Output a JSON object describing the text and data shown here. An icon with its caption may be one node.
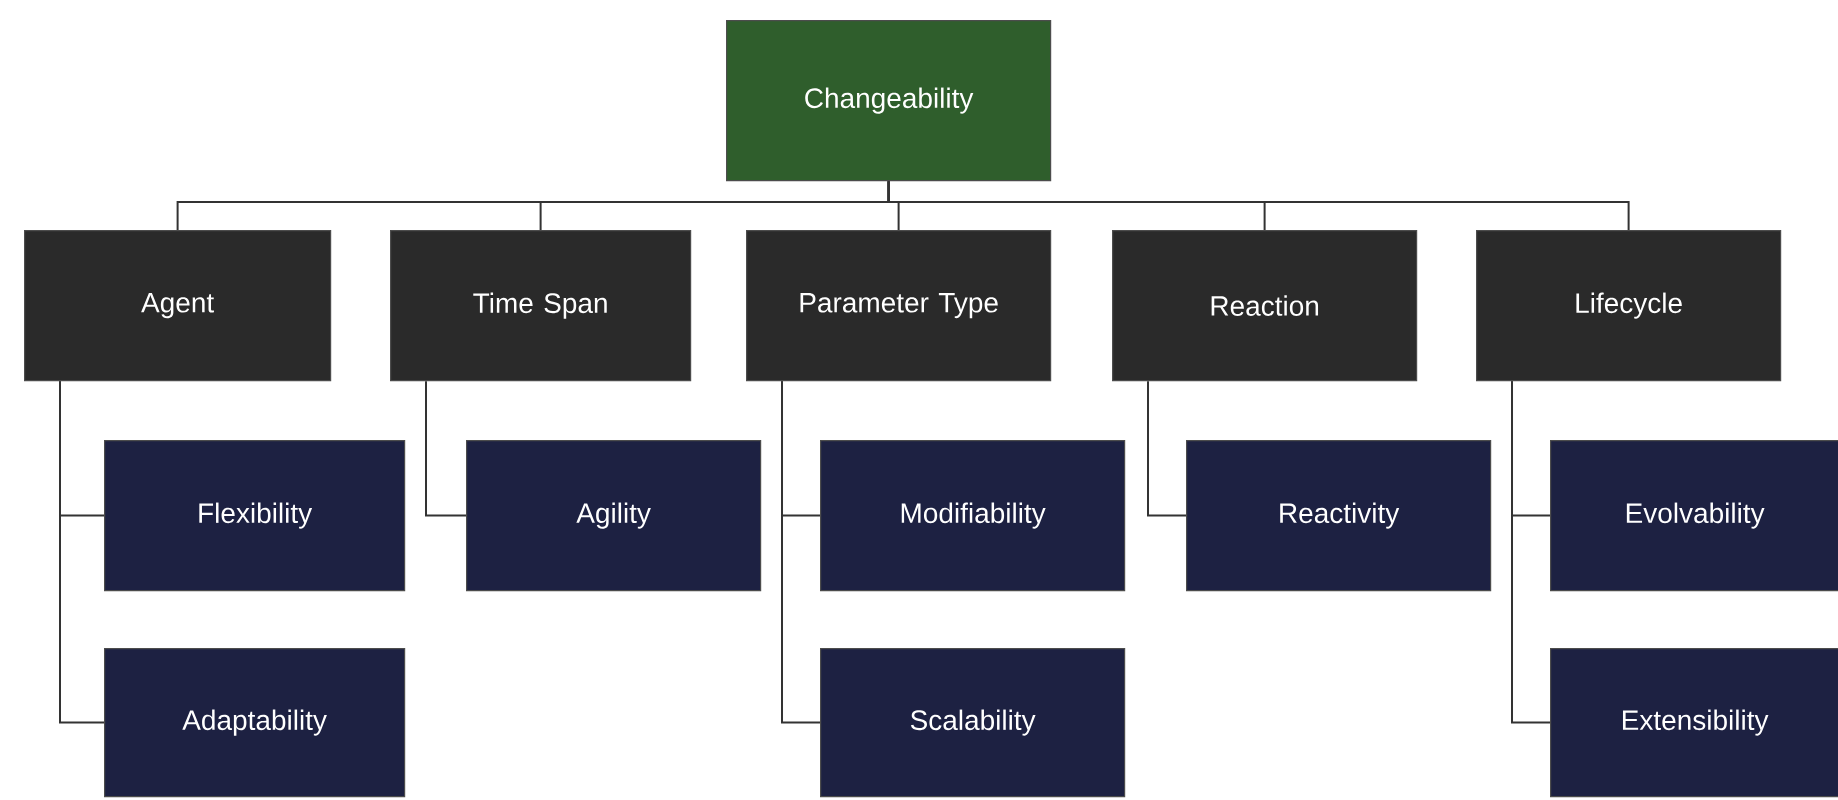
{
  "diagram": {
    "nodes": [
      {
        "text": [
          "Changeability"
        ]
      },
      {
        "text": [
          "Agent"
        ]
      },
      {
        "text": [
          "Time Span"
        ]
      },
      {
        "text": [
          "Parameter Type"
        ]
      },
      {
        "text": [
          "Reaction"
        ]
      },
      {
        "text": [
          "Lifecycle"
        ]
      },
      {
        "text": [
          "Flexibility"
        ]
      },
      {
        "text": [
          "Adaptability"
        ]
      },
      {
        "text": [
          "Agility"
        ]
      },
      {
        "text": [
          "Modifiability"
        ]
      },
      {
        "text": [
          "Scalability"
        ]
      },
      {
        "text": [
          "Reactivity"
        ]
      },
      {
        "text": [
          "Evolvability"
        ]
      },
      {
        "text": [
          "Extensibility"
        ]
      }
    ],
    "edges": [
      {
        "from": 0,
        "to": 1,
        "arrow": "none"
      },
      {
        "from": 0,
        "to": 2,
        "arrow": "none"
      },
      {
        "from": 0,
        "to": 3,
        "arrow": "none"
      },
      {
        "from": 0,
        "to": 4,
        "arrow": "none"
      },
      {
        "from": 0,
        "to": 5,
        "arrow": "none"
      },
      {
        "from": 1,
        "to": 6,
        "arrow": "none"
      },
      {
        "from": 1,
        "to": 7,
        "arrow": "none"
      },
      {
        "from": 2,
        "to": 8,
        "arrow": "none"
      },
      {
        "from": 3,
        "to": 9,
        "arrow": "none"
      },
      {
        "from": 3,
        "to": 10,
        "arrow": "none"
      },
      {
        "from": 4,
        "to": 11,
        "arrow": "none"
      },
      {
        "from": 5,
        "to": 12,
        "arrow": "none"
      },
      {
        "from": 5,
        "to": 13,
        "arrow": "none"
      }
    ]
  }
}
